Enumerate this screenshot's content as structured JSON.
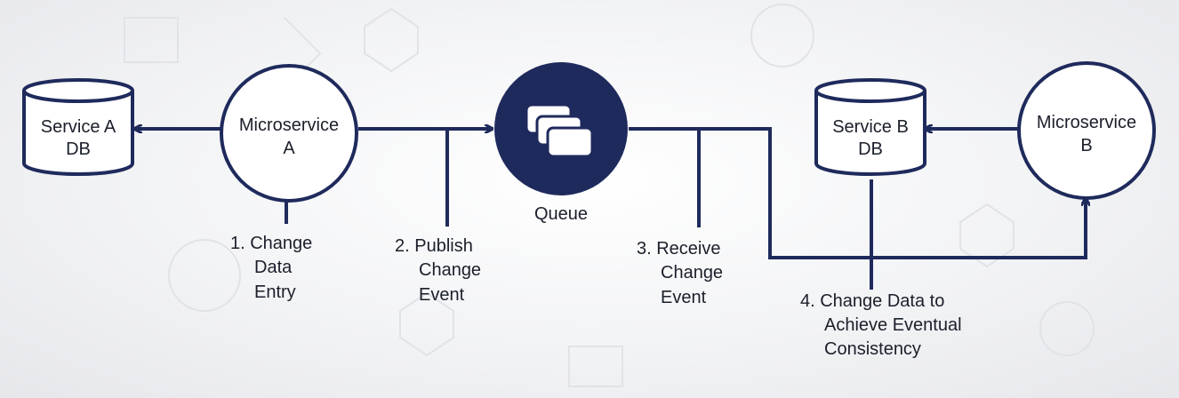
{
  "colors": {
    "primary": "#1f2a5c",
    "text": "#1b1f2a",
    "background": "#f2f3f5"
  },
  "nodes": {
    "service_a_db": [
      "Service A",
      "DB"
    ],
    "microservice_a": [
      "Microservice",
      "A"
    ],
    "queue": "Queue",
    "service_b_db": [
      "Service B",
      "DB"
    ],
    "microservice_b": [
      "Microservice",
      "B"
    ]
  },
  "steps": {
    "step1": [
      "1. Change",
      "Data",
      "Entry"
    ],
    "step2": [
      "2. Publish",
      "Change",
      "Event"
    ],
    "step3": [
      "3. Receive",
      "Change",
      "Event"
    ],
    "step4": [
      "4. Change Data to",
      "Achieve Eventual",
      "Consistency"
    ]
  },
  "icons": {
    "queue": "stacked-cards-icon"
  }
}
